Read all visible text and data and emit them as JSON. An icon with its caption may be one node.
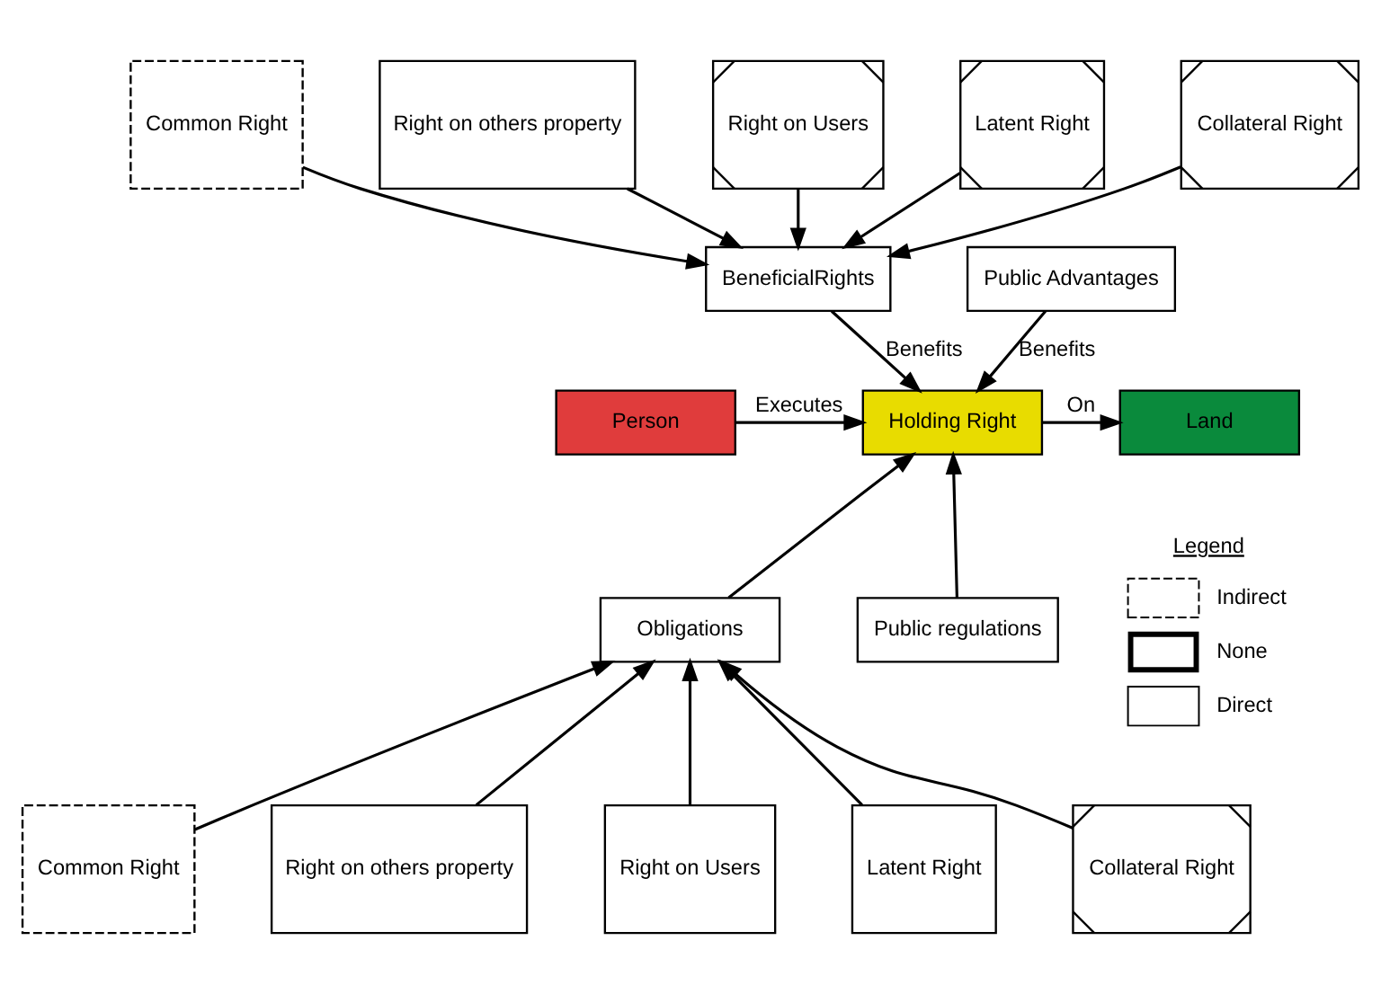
{
  "diagram": {
    "nodes": [
      {
        "text": [
          "Common Right"
        ]
      },
      {
        "text": [
          "Right on others property"
        ]
      },
      {
        "text": [
          "Right on Users"
        ]
      },
      {
        "text": [
          "Latent Right"
        ]
      },
      {
        "text": [
          "Collateral Right"
        ]
      },
      {
        "text": [
          "BeneficialRights"
        ]
      },
      {
        "text": [
          "Public Advantages"
        ]
      },
      {
        "text": [
          "Person"
        ]
      },
      {
        "text": [
          "Holding Right"
        ]
      },
      {
        "text": [
          "Land"
        ]
      },
      {
        "text": [
          "Obligations"
        ]
      },
      {
        "text": [
          "Public regulations"
        ]
      },
      {
        "text": [
          "Common Right"
        ]
      },
      {
        "text": [
          "Right on others property"
        ]
      },
      {
        "text": [
          "Right on Users"
        ]
      },
      {
        "text": [
          "Latent Right"
        ]
      },
      {
        "text": [
          "Collateral Right"
        ]
      }
    ],
    "edges": [
      {
        "from": 0,
        "to": 5,
        "arrow": "to"
      },
      {
        "from": 1,
        "to": 5,
        "arrow": "to"
      },
      {
        "from": 2,
        "to": 5,
        "arrow": "to"
      },
      {
        "from": 3,
        "to": 5,
        "arrow": "to"
      },
      {
        "from": 4,
        "to": 5,
        "arrow": "to"
      },
      {
        "from": 5,
        "to": 8,
        "label": "Benefits",
        "arrow": "to"
      },
      {
        "from": 6,
        "to": 8,
        "label": "Benefits",
        "arrow": "to"
      },
      {
        "from": 7,
        "to": 8,
        "label": "Executes",
        "arrow": "to"
      },
      {
        "from": 8,
        "to": 9,
        "label": "On",
        "arrow": "to"
      },
      {
        "from": 10,
        "to": 8,
        "arrow": "to"
      },
      {
        "from": 11,
        "to": 8,
        "arrow": "to"
      },
      {
        "from": 12,
        "to": 10,
        "arrow": "to"
      },
      {
        "from": 13,
        "to": 10,
        "arrow": "to"
      },
      {
        "from": 14,
        "to": 10,
        "arrow": "to"
      },
      {
        "from": 15,
        "to": 10,
        "arrow": "to"
      },
      {
        "from": 16,
        "to": 10,
        "arrow": "to"
      }
    ],
    "labels": [
      "Legend"
    ],
    "legend": [
      {
        "text": "Indirect"
      },
      {
        "text": "None"
      },
      {
        "text": "Direct"
      }
    ]
  }
}
